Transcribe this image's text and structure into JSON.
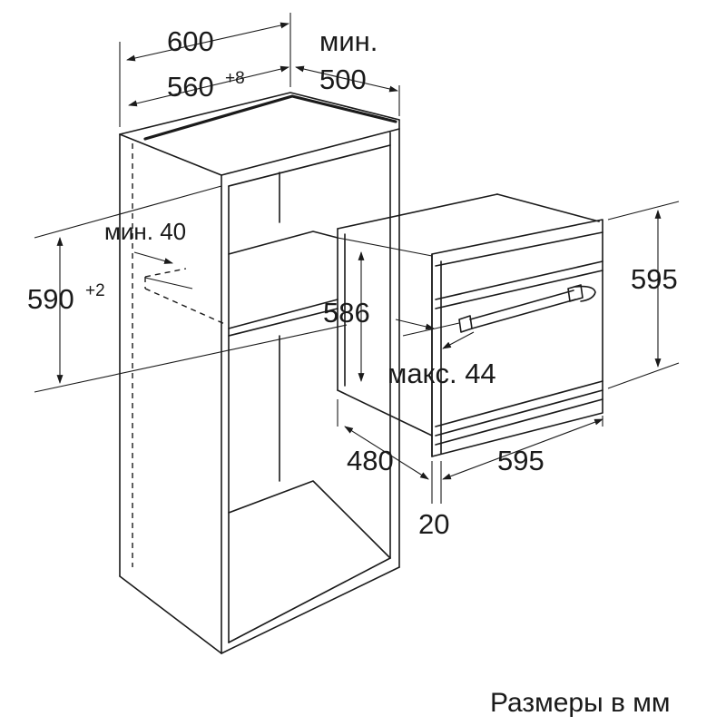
{
  "dimensions": {
    "cabinet_width": "600",
    "niche_width": "560",
    "niche_width_tol": "+8",
    "depth_min_label": "мин.",
    "depth_min": "500",
    "vent_gap_label": "мин. 40",
    "niche_height": "590",
    "niche_height_tol": "+2",
    "oven_body_height": "586",
    "oven_front_height": "595",
    "max_thickness_label": "макс. 44",
    "oven_depth": "480",
    "oven_width": "595",
    "front_offset": "20"
  },
  "caption": "Размеры в мм"
}
